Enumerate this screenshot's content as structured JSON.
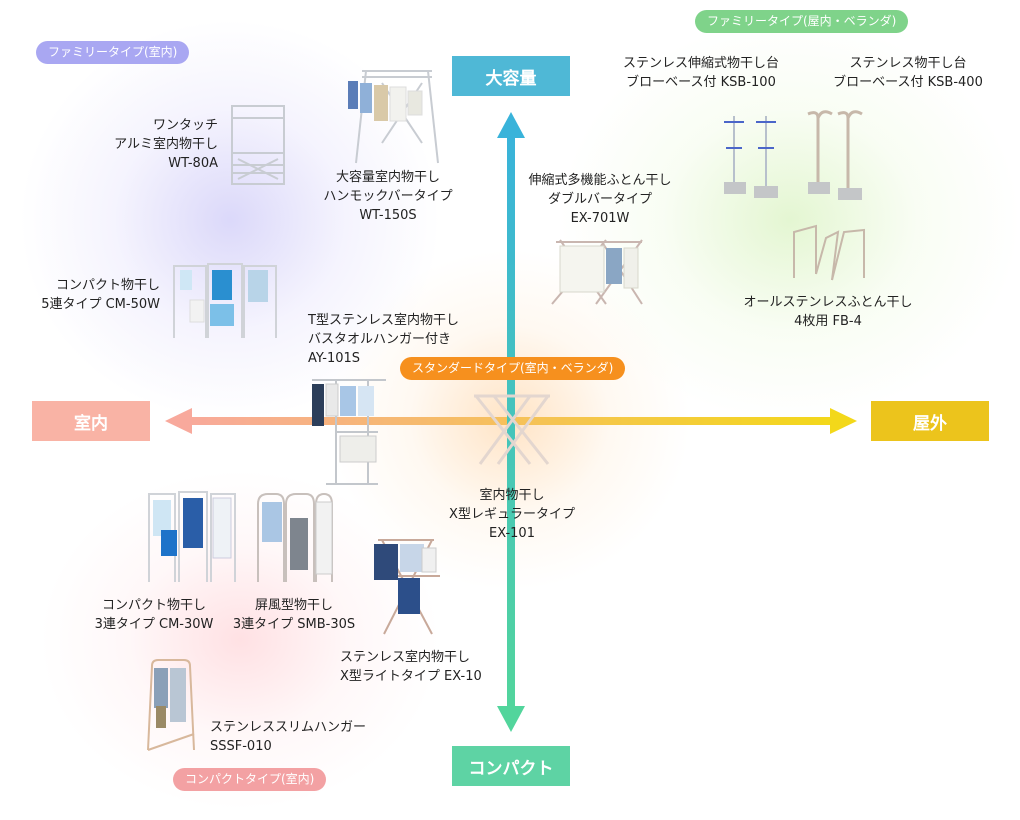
{
  "axes": {
    "top": "大容量",
    "bottom": "コンパクト",
    "left": "室内",
    "right": "屋外"
  },
  "categories": {
    "family_indoor": "ファミリータイプ(室内)",
    "family_outdoor": "ファミリータイプ(屋内・ベランダ)",
    "standard": "スタンダードタイプ(室内・ベランダ)",
    "compact": "コンパクトタイプ(室内)"
  },
  "colors": {
    "top_box": "#4fb8d6",
    "bottom_box": "#5ed3a4",
    "left_box": "#f9b3a5",
    "right_box": "#ecc41c",
    "purple_pill": "#a9a7f2",
    "green_pill": "#7fd38a",
    "orange_pill": "#f6901e",
    "pink_pill": "#f3a1a3"
  },
  "products": {
    "wt80a": [
      "ワンタッチ",
      "アルミ室内物干し",
      "WT-80A"
    ],
    "wt150s": [
      "大容量室内物干し",
      "ハンモックバータイプ",
      "WT-150S"
    ],
    "cm50w": [
      "コンパクト物干し",
      "5連タイプ CM-50W"
    ],
    "ay101s": [
      "T型ステンレス室内物干し",
      "バスタオルハンガー付き",
      "AY-101S"
    ],
    "ex701w": [
      "伸縮式多機能ふとん干し",
      "ダブルバータイプ",
      "EX-701W"
    ],
    "ksb100": [
      "ステンレス伸縮式物干し台",
      "ブローベース付 KSB-100"
    ],
    "ksb400": [
      "ステンレス物干し台",
      "ブローベース付 KSB-400"
    ],
    "fb4": [
      "オールステンレスふとん干し",
      "4枚用 FB-4"
    ],
    "ex101": [
      "室内物干し",
      "X型レギュラータイプ",
      "EX-101"
    ],
    "cm30w": [
      "コンパクト物干し",
      "3連タイプ CM-30W"
    ],
    "smb30s": [
      "屏風型物干し",
      "3連タイプ SMB-30S"
    ],
    "ex10": [
      "ステンレス室内物干し",
      "X型ライトタイプ EX-10"
    ],
    "sssf010": [
      "ステンレススリムハンガー",
      "SSSF-010"
    ]
  }
}
